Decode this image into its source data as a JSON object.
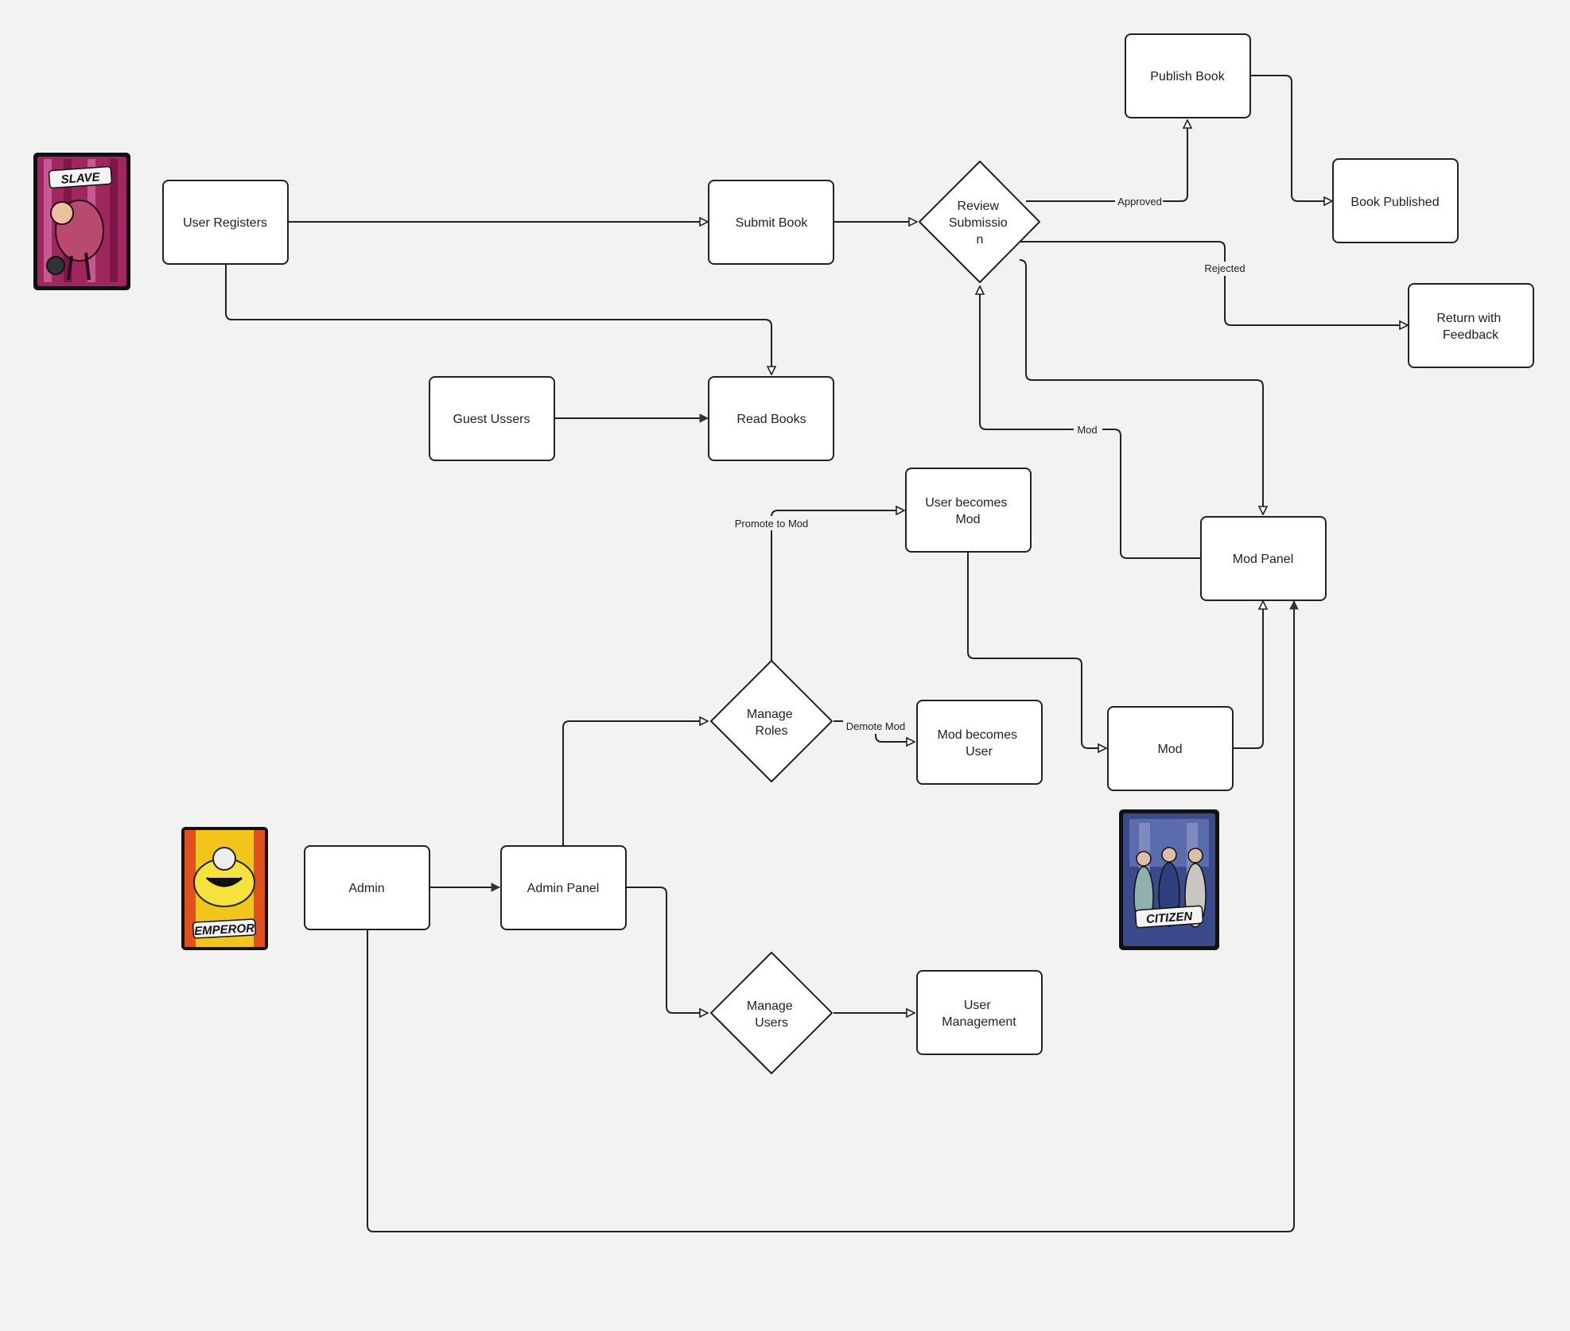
{
  "diagram": {
    "nodes": {
      "user_registers": "User Registers",
      "submit_book": "Submit Book",
      "review_submission": [
        "Review",
        "Submissio",
        "n"
      ],
      "publish_book": "Publish Book",
      "book_published": "Book Published",
      "return_feedback": [
        "Return with",
        "Feedback"
      ],
      "guest_users": "Guest Ussers",
      "read_books": "Read Books",
      "user_becomes_mod": [
        "User becomes",
        "Mod"
      ],
      "mod_panel": "Mod Panel",
      "manage_roles": [
        "Manage",
        "Roles"
      ],
      "mod_becomes_user": [
        "Mod becomes",
        "User"
      ],
      "mod": "Mod",
      "admin": "Admin",
      "admin_panel": "Admin Panel",
      "manage_users": [
        "Manage",
        "Users"
      ],
      "user_management": [
        "User",
        "Management"
      ]
    },
    "edge_labels": {
      "approved": "Approved",
      "rejected": "Rejected",
      "mod": "Mod",
      "promote_to_mod": "Promote to Mod",
      "demote_mod": "Demote Mod"
    },
    "cards": {
      "slave": "SLAVE",
      "emperor": "EMPEROR",
      "citizen": "CITIZEN"
    }
  },
  "colors": {
    "background": "#f2f2f2",
    "node_fill": "#ffffff",
    "stroke": "#222222",
    "slave_card": "#a0265f",
    "emperor_card": "#f2c51b",
    "citizen_card": "#3a4a8a"
  }
}
